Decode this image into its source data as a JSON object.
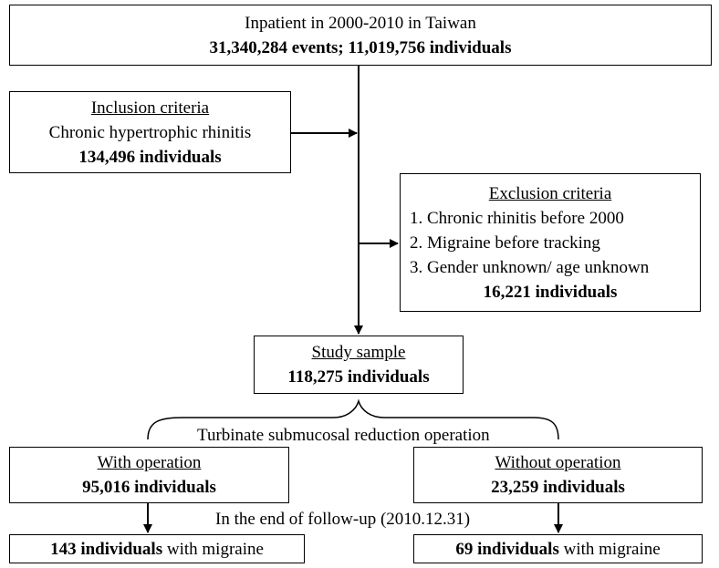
{
  "top_box": {
    "title": "Inpatient in 2000-2010 in Taiwan",
    "count": "31,340,284 events; 11,019,756 individuals"
  },
  "inclusion": {
    "heading": "Inclusion criteria",
    "condition": "Chronic hypertrophic rhinitis",
    "count": "134,496 individuals"
  },
  "exclusion": {
    "heading": "Exclusion criteria",
    "items": [
      "1. Chronic rhinitis before 2000",
      "2. Migraine before tracking",
      "3. Gender unknown/ age unknown"
    ],
    "count": "16,221 individuals"
  },
  "study_sample": {
    "heading": "Study sample",
    "count": "118,275 individuals"
  },
  "split_label": "Turbinate submucosal reduction operation",
  "with_op": {
    "heading": "With operation",
    "count": "95,016 individuals"
  },
  "without_op": {
    "heading": "Without operation",
    "count": "23,259 individuals"
  },
  "followup_label": "In the end of follow-up (2010.12.31)",
  "with_op_outcome": {
    "count": "143 individuals",
    "suffix": " with migraine"
  },
  "without_op_outcome": {
    "count": "69 individuals",
    "suffix": " with migraine"
  }
}
